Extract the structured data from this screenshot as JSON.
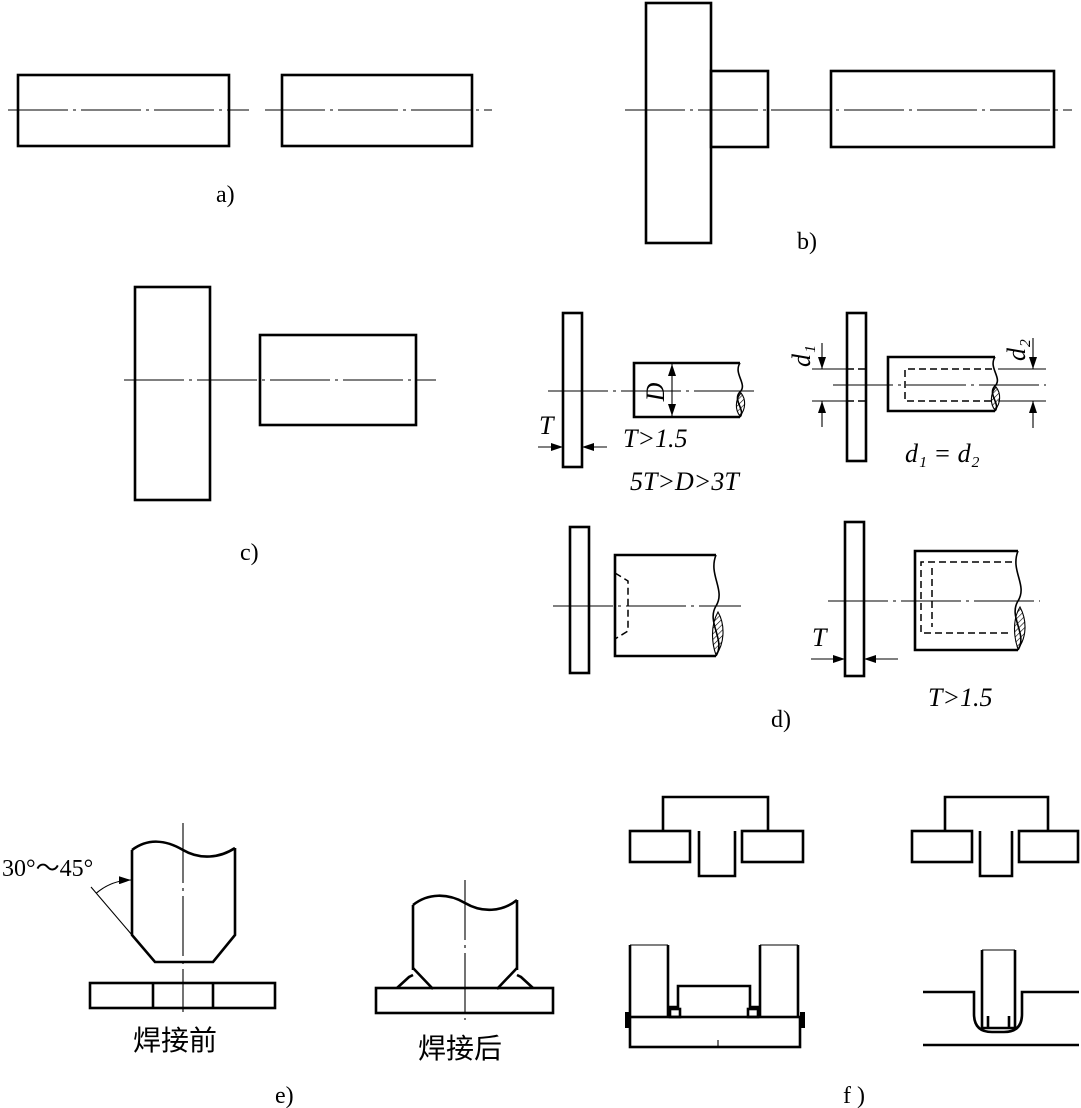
{
  "colors": {
    "ink": "#000000",
    "paper": "#ffffff"
  },
  "figure": {
    "panel_labels": {
      "a": "a)",
      "b": "b)",
      "c": "c)",
      "d": "d)",
      "e": "e)",
      "f": "f )"
    },
    "panel_d": {
      "plate_thickness_symbol": "T",
      "shaft_diameter_symbol": "D",
      "thickness_condition": "T>1.5",
      "diameter_condition": "5T>D>3T",
      "hole_diameter_symbol": "d₁",
      "bore_diameter_symbol": "d₂",
      "diameter_equality": "d₁ = d₂",
      "plate_thickness_symbol_lower": "T",
      "thickness_condition_lower": "T>1.5"
    },
    "panel_e": {
      "chamfer_angle_range": "30°～45°",
      "before_welding": "焊接前",
      "after_welding": "焊接后"
    }
  }
}
